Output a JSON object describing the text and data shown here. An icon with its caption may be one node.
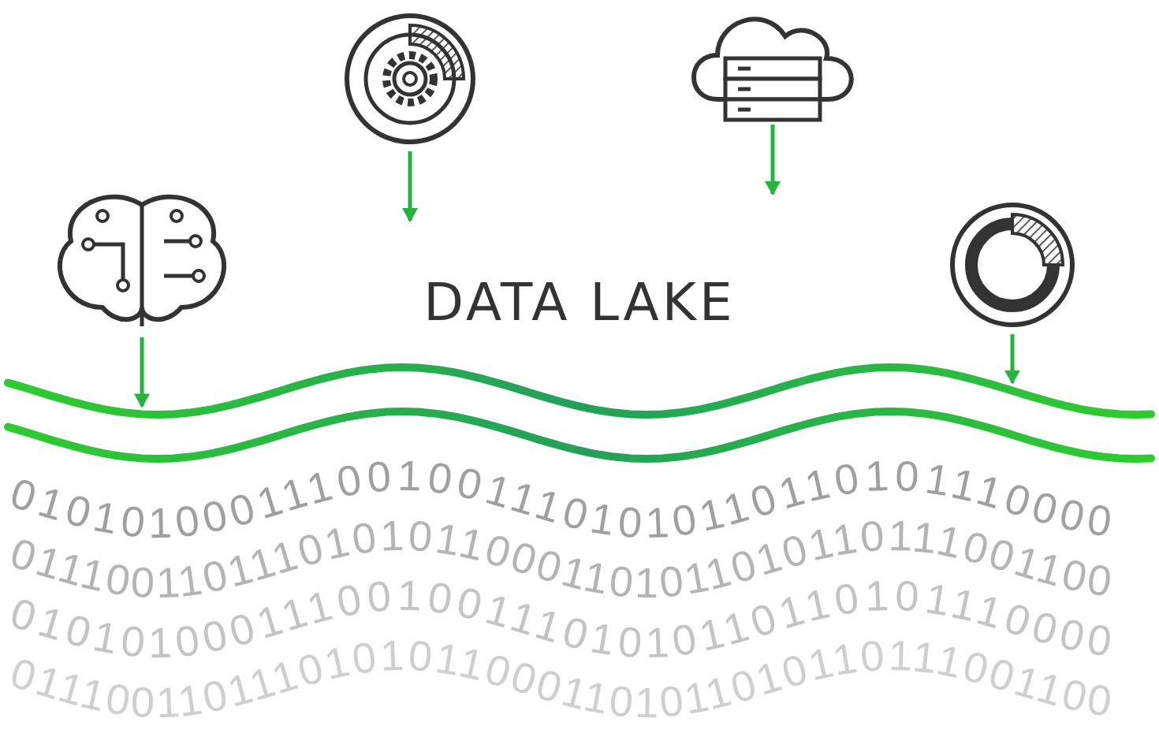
{
  "diagram": {
    "title": "DATA LAKE",
    "nodes": [
      {
        "text": [],
        "shape": "picture"
      },
      {
        "text": [],
        "shape": "picture"
      },
      {
        "text": [],
        "shape": "picture"
      },
      {
        "text": [],
        "shape": "picture"
      },
      {
        "text": [],
        "shape": "band"
      }
    ],
    "edges": [
      {
        "from": 0,
        "to": null,
        "arrow": "to"
      },
      {
        "from": 1,
        "to": null,
        "arrow": "to"
      },
      {
        "from": 2,
        "to": 4,
        "arrow": "to"
      },
      {
        "from": 3,
        "to": 4,
        "arrow": "to"
      }
    ],
    "labels": [
      "0101010001110010011101010110110101110000",
      "01110011011101010110001101011010110111001100",
      "0101010001110010011101010110110101110000",
      "01110011011101010110001101011010110111001100"
    ]
  }
}
